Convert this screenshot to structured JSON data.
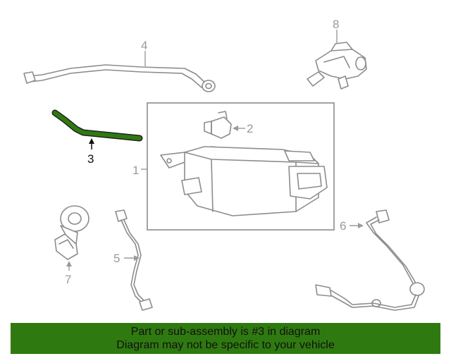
{
  "callouts": {
    "c1": "1",
    "c2": "2",
    "c3": "3",
    "c4": "4",
    "c5": "5",
    "c6": "6",
    "c7": "7",
    "c8": "8"
  },
  "highlighted_part": "3",
  "colors": {
    "highlight": "#2f7a10",
    "line": "#8c8c8c",
    "banner_bg": "#2f7a10"
  },
  "banner": {
    "line1": "Part or sub-assembly is #3 in diagram",
    "line2": "Diagram may not be specific to your vehicle"
  }
}
